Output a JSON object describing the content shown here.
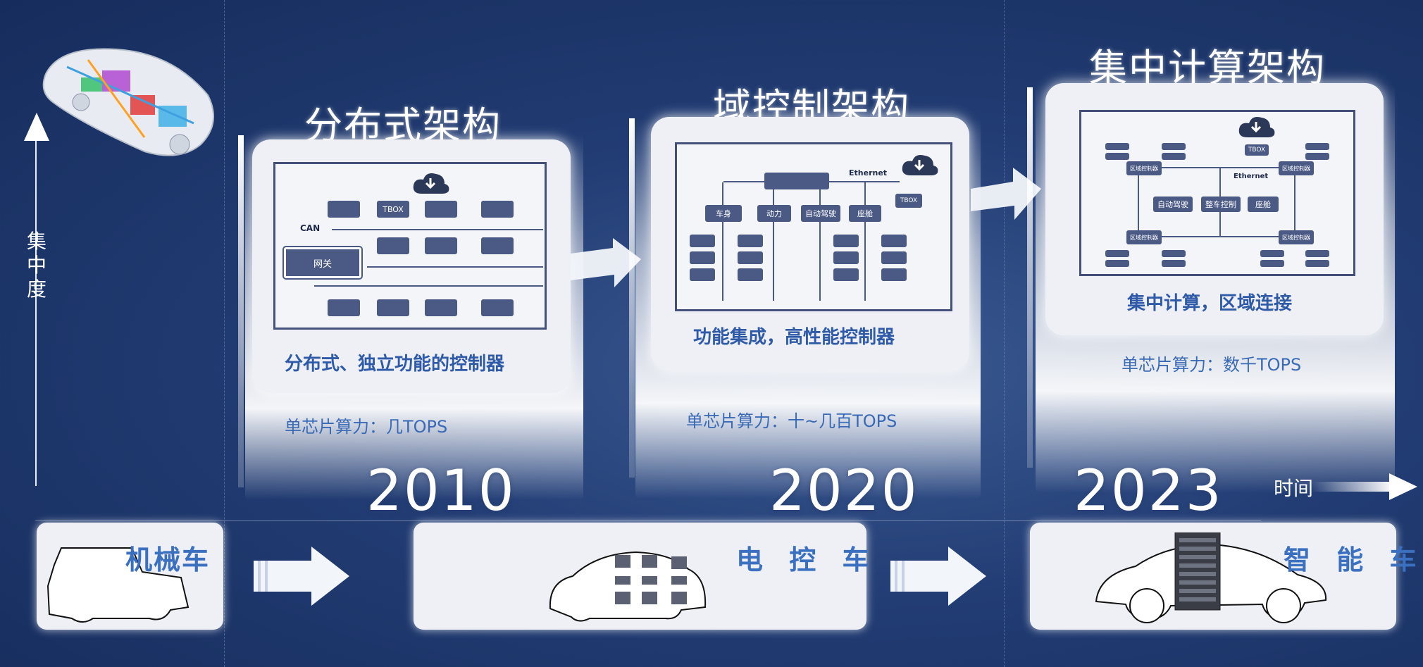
{
  "axis": {
    "vertical_label_chars": [
      "集",
      "中",
      "度"
    ],
    "time_label": "时间"
  },
  "eras": [
    {
      "title": "分布式架构",
      "caption": "分布式、独立功能的控制器",
      "compute": "单芯片算力：几TOPS",
      "year": "2010",
      "diagram": {
        "can": "CAN",
        "gateway": "网关",
        "tbox": "TBOX"
      }
    },
    {
      "title": "域控制架构",
      "caption": "功能集成，高性能控制器",
      "compute": "单芯片算力：十~几百TOPS",
      "year": "2020",
      "diagram": {
        "ethernet": "Ethernet",
        "tbox": "TBOX",
        "domains": [
          "车身",
          "动力",
          "自动驾驶",
          "座舱"
        ]
      }
    },
    {
      "title": "集中计算架构",
      "caption": "集中计算，区域连接",
      "compute": "单芯片算力：数千TOPS",
      "year": "2023",
      "diagram": {
        "ethernet": "Ethernet",
        "tbox": "TBOX",
        "zone": "区域控制器",
        "central": [
          "自动驾驶",
          "整车控制",
          "座舱"
        ]
      }
    }
  ],
  "vehicles": [
    {
      "label": "机械车"
    },
    {
      "label": "电 控 车"
    },
    {
      "label": "智 能 车"
    }
  ],
  "colors": {
    "accent": "#3b70c0",
    "block": "#4b5a85",
    "background": "#223d74"
  }
}
